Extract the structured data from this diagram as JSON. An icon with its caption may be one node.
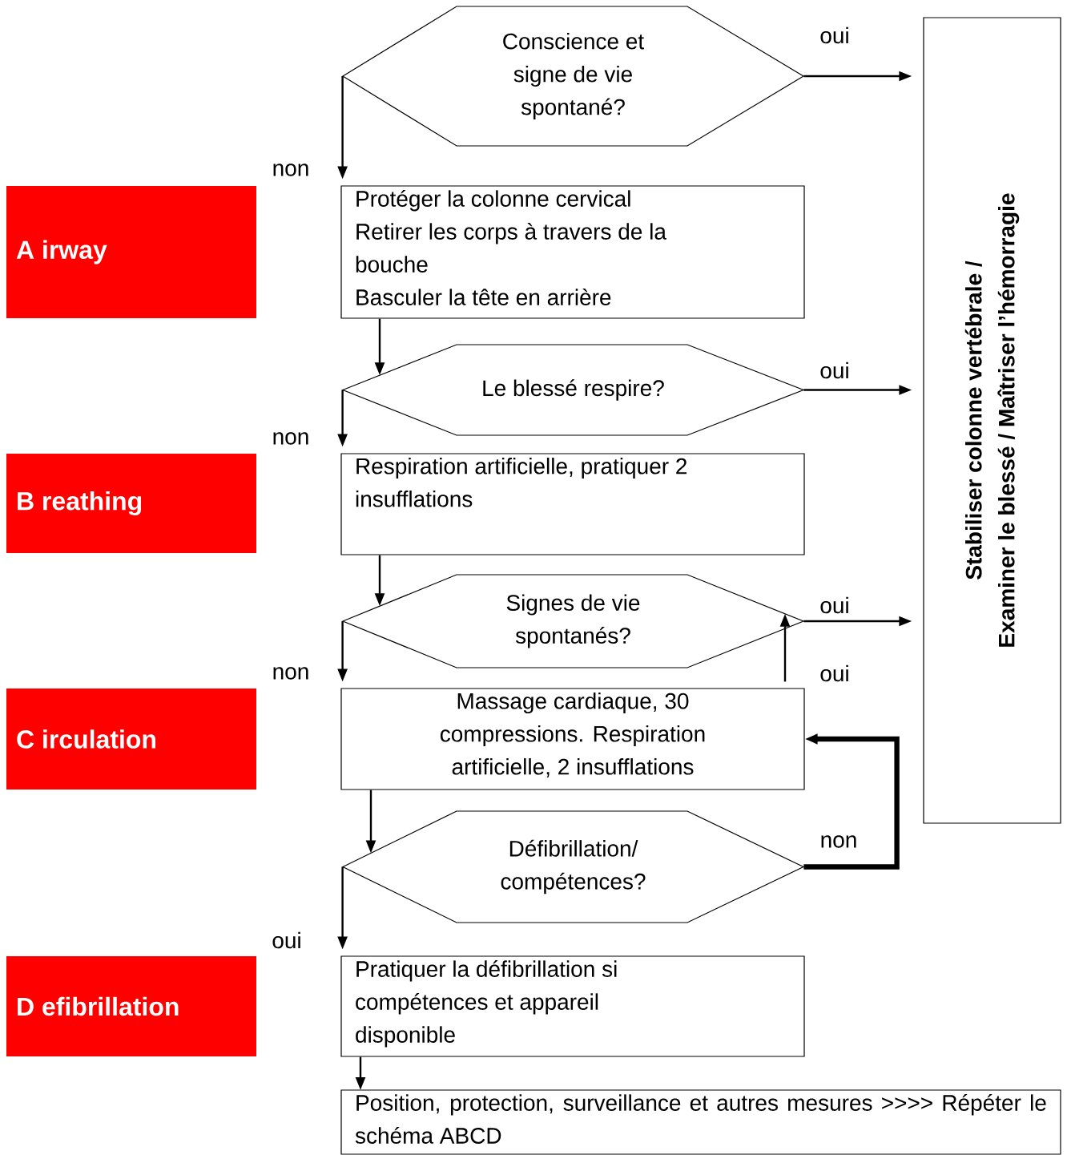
{
  "diagram": {
    "nodes": [
      {
        "text": [
          "Conscience et signe de vie spontané?"
        ]
      },
      {
        "text": [
          "A irway"
        ]
      },
      {
        "text": [
          "Protéger la colonne cervical",
          "Retirer les corps à travers de la bouche",
          "Basculer la tête en arrière"
        ]
      },
      {
        "text": [
          "Le blessé respire?"
        ]
      },
      {
        "text": [
          "B reathing"
        ]
      },
      {
        "text": [
          "Respiration artificielle, pratiquer 2 insufflations"
        ]
      },
      {
        "text": [
          "Signes de vie spontanés?"
        ]
      },
      {
        "text": [
          "C irculation"
        ]
      },
      {
        "text": [
          "Massage cardiaque, 30 compressions. Respiration artificielle, 2 insufflations"
        ]
      },
      {
        "text": [
          "Défibrillation/ compétences?"
        ]
      },
      {
        "text": [
          "D efibrillation"
        ]
      },
      {
        "text": [
          "Pratiquer la défibrillation si compétences et appareil disponible"
        ]
      },
      {
        "text": [
          "Position, protection, surveillance et autres mesures >>>> Répéter le schéma ABCD"
        ]
      },
      {
        "text": [
          "Stabiliser colonne vertébrale /",
          "Examiner le blessé / Maîtriser l’hémorragie"
        ]
      }
    ],
    "edges": [
      {
        "from": 0,
        "to": 2,
        "arrow": "to",
        "label": "non"
      },
      {
        "from": 0,
        "to": 13,
        "arrow": "to",
        "label": "oui"
      },
      {
        "from": 2,
        "to": 3,
        "arrow": "to"
      },
      {
        "from": 3,
        "to": 5,
        "arrow": "to",
        "label": "non"
      },
      {
        "from": 3,
        "to": 13,
        "arrow": "to",
        "label": "oui"
      },
      {
        "from": 5,
        "to": 6,
        "arrow": "to"
      },
      {
        "from": 6,
        "to": 8,
        "arrow": "to",
        "label": "non"
      },
      {
        "from": 6,
        "to": 13,
        "arrow": "to",
        "label": "oui"
      },
      {
        "from": 8,
        "to": 6,
        "arrow": "to",
        "label": "oui"
      },
      {
        "from": 8,
        "to": 9,
        "arrow": "to"
      },
      {
        "from": 9,
        "to": 11,
        "arrow": "to",
        "label": "oui"
      },
      {
        "from": 9,
        "to": 8,
        "arrow": "to",
        "label": "non",
        "style": "thick"
      },
      {
        "from": 11,
        "to": 12,
        "arrow": "to"
      }
    ]
  }
}
